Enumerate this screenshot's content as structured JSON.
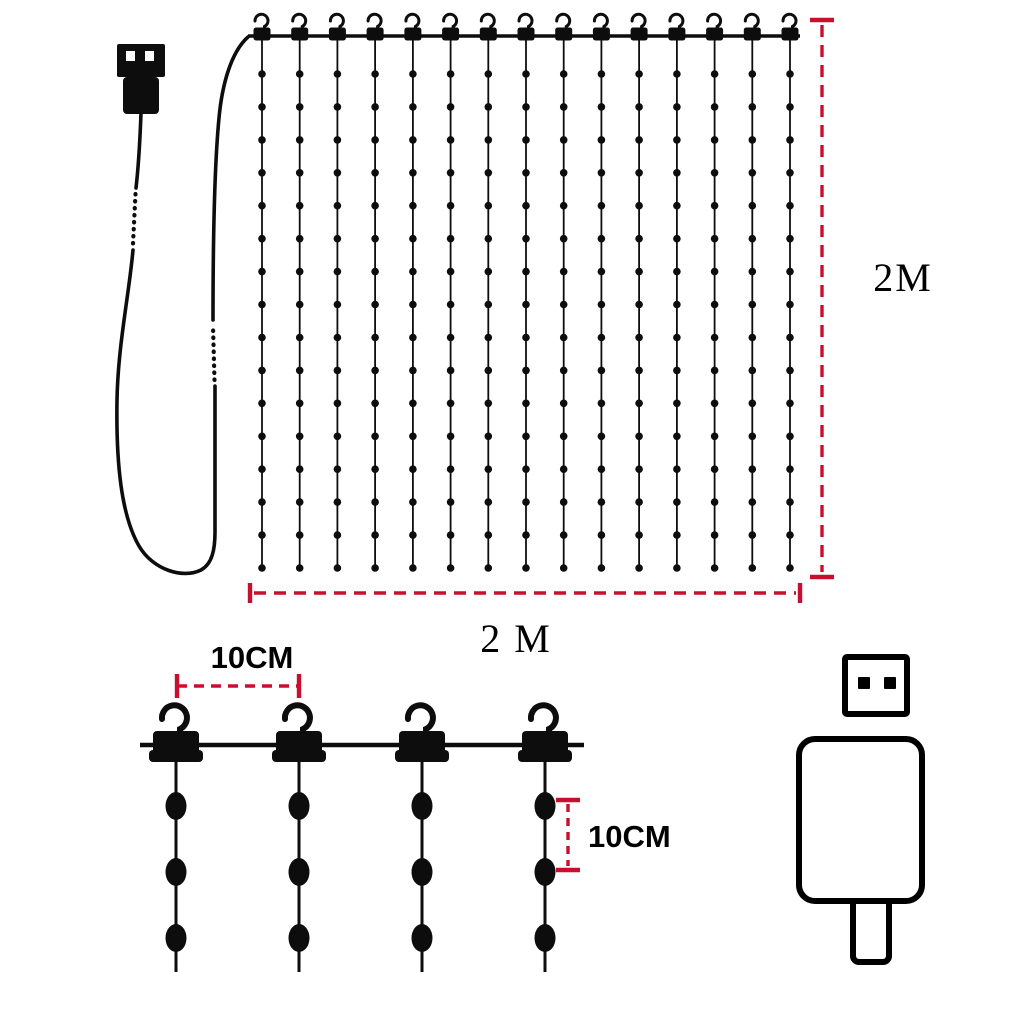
{
  "colors": {
    "ink": "#0d0d0d",
    "dimension_red": "#c8102e",
    "background": "#ffffff"
  },
  "dimensions": {
    "curtain_height_label": "2M",
    "curtain_width_label": "2 M",
    "hook_spacing_label": "10CM",
    "led_spacing_label": "10CM"
  },
  "diagram": {
    "curtain": {
      "strand_count": 15,
      "leds_per_strand": 16
    },
    "detail": {
      "hook_count": 4,
      "beads_per_strand": 3
    }
  },
  "icons": {
    "usb_connector": "usb-connector-icon",
    "usb_plug": "usb-plug-icon",
    "hook": "hanging-hook-icon"
  }
}
